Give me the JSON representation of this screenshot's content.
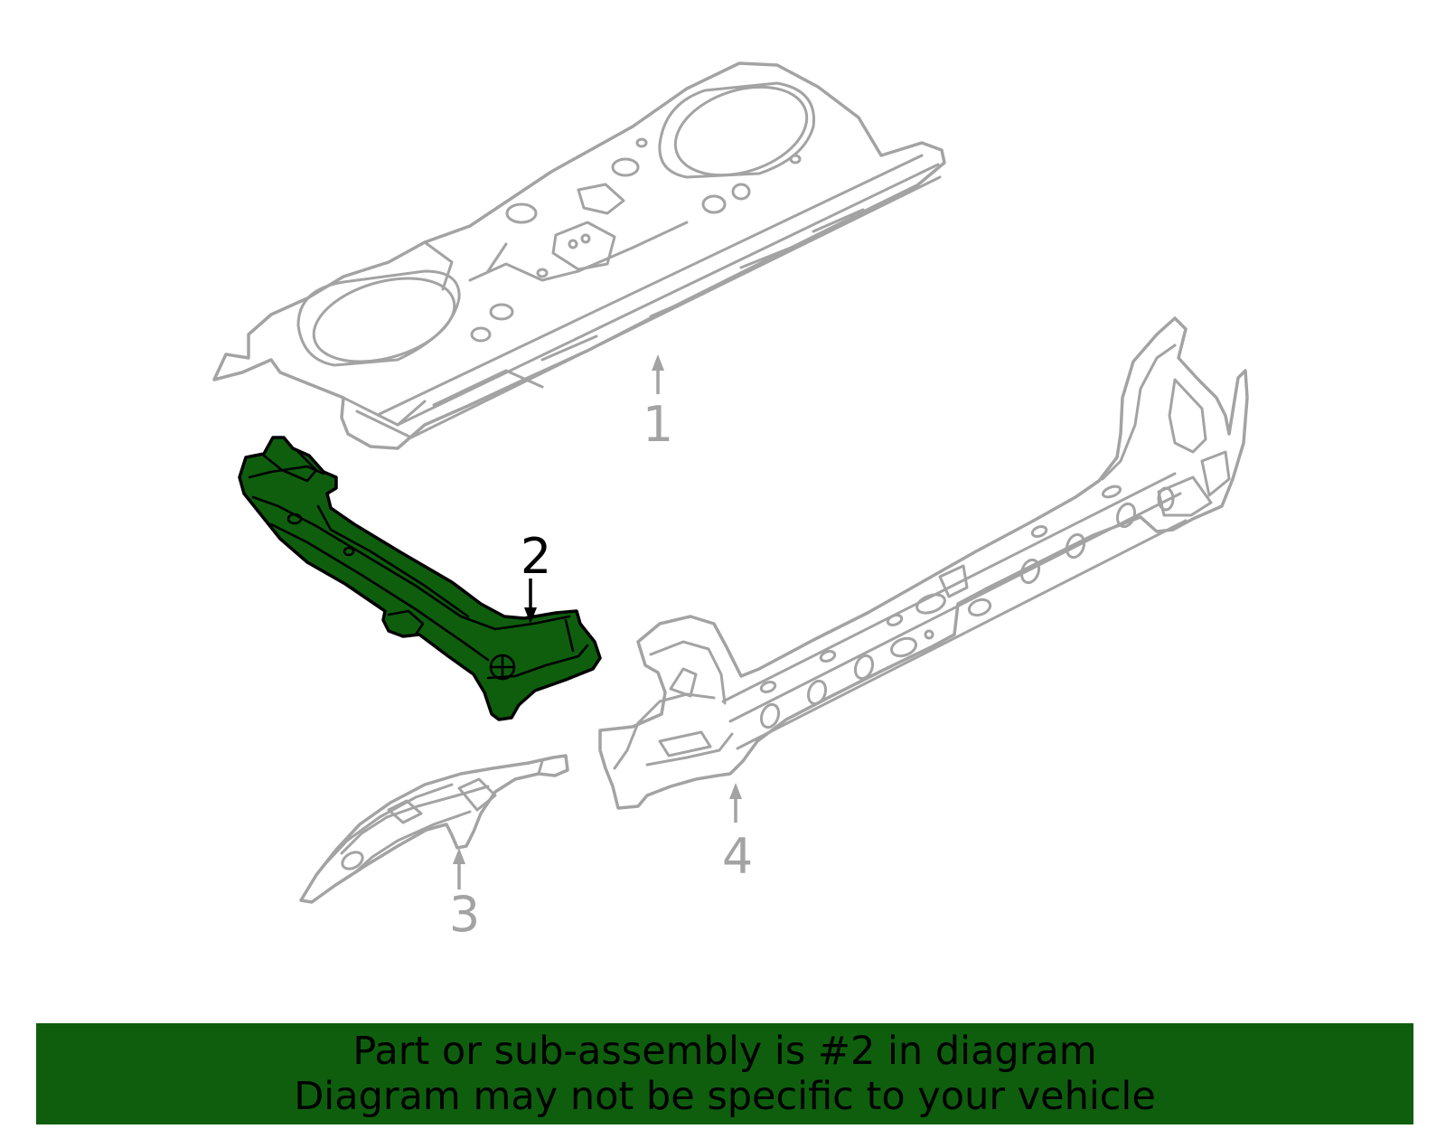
{
  "callouts": [
    {
      "id": "1",
      "label": "1",
      "highlighted": false
    },
    {
      "id": "2",
      "label": "2",
      "highlighted": true
    },
    {
      "id": "3",
      "label": "3",
      "highlighted": false
    },
    {
      "id": "4",
      "label": "4",
      "highlighted": false
    }
  ],
  "banner": {
    "line1": "Part or sub-assembly is #2 in diagram",
    "line2": "Diagram may not be specific to your vehicle"
  },
  "colors": {
    "highlight": "#0e5e0e",
    "line_gray": "#a3a3a3",
    "banner_bg": "#0e5e0e",
    "text_black": "#000000"
  }
}
